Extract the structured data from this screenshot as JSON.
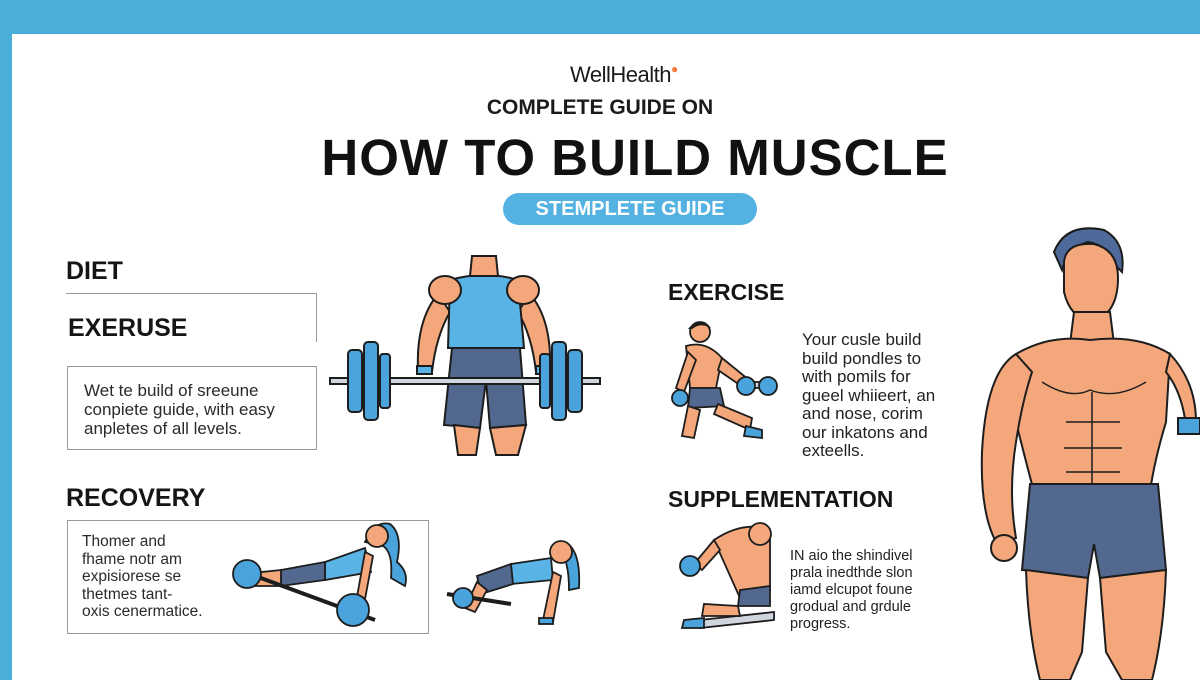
{
  "brand": "WellHealth",
  "subtitle": "COMPLETE GUIDE ON",
  "title": "HOW TO BUILD MUSCLE",
  "badge": "STEMPLETE GUIDE",
  "left": {
    "diet_heading": "DIET",
    "exercise_heading": "EXERUSE",
    "exercise_box_lines": [
      "Wet te build of sreeune",
      "conpiete guide, with easy",
      "anpletes of all levels."
    ],
    "recovery_heading": "RECOVERY",
    "recovery_box_lines": [
      "Thomer and",
      "fhame notr am",
      "expisiorese se",
      "thetmes tant-",
      "oxis cenermatice."
    ]
  },
  "middle": {
    "exercise_heading": "EXERCISE",
    "exercise_text_lines": [
      "Your cusle build",
      "build pondles to",
      "with pomils for",
      "gueel whiieert, an",
      "and nose, corim",
      "our inkatons and",
      "exteells."
    ],
    "supplementation_heading": "SUPPLEMENTATION",
    "supplementation_text_lines": [
      "IN aio the shindivel",
      "prala inedthde slon",
      "iamd elcupot foune",
      "grodual and grdule",
      "progress."
    ]
  },
  "colors": {
    "frame": "#4aaedb",
    "accent": "#54b2e2",
    "skin": "#f3a77a",
    "shorts": "#52688f",
    "tank": "#59b3e4",
    "plate": "#4aa3db"
  }
}
